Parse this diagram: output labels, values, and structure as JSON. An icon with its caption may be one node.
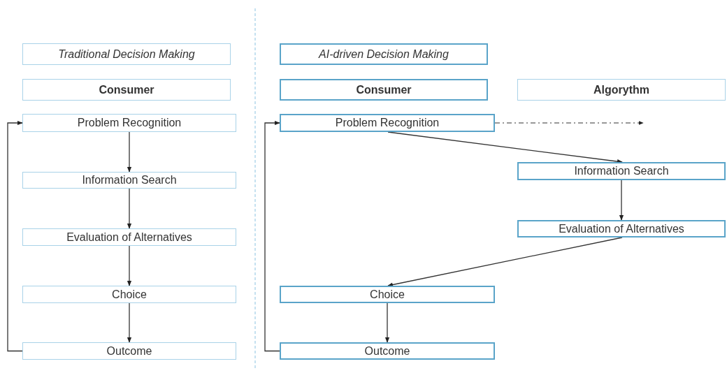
{
  "diagram": {
    "nodes": [
      {
        "text": [
          "Traditional Decision Making"
        ]
      },
      {
        "text": [
          "Consumer"
        ]
      },
      {
        "text": [
          "Problem Recognition"
        ]
      },
      {
        "text": [
          "Information Search"
        ]
      },
      {
        "text": [
          "Evaluation of Alternatives"
        ]
      },
      {
        "text": [
          "Choice"
        ]
      },
      {
        "text": [
          "Outcome"
        ]
      },
      {
        "text": [
          "AI-driven Decision Making"
        ]
      },
      {
        "text": [
          "Consumer"
        ]
      },
      {
        "text": [
          "Algorythm"
        ]
      },
      {
        "text": [
          "Problem Recognition"
        ]
      },
      {
        "text": [
          "Information Search"
        ]
      },
      {
        "text": [
          "Evaluation of Alternatives"
        ]
      },
      {
        "text": [
          "Choice"
        ]
      },
      {
        "text": [
          "Outcome"
        ]
      }
    ],
    "edges": [
      {
        "from": 2,
        "to": 3,
        "arrow": "to"
      },
      {
        "from": 3,
        "to": 4,
        "arrow": "to"
      },
      {
        "from": 4,
        "to": 5,
        "arrow": "to"
      },
      {
        "from": 5,
        "to": 6,
        "arrow": "to"
      },
      {
        "from": 6,
        "to": 2,
        "arrow": "to"
      },
      {
        "from": 10,
        "to": null,
        "arrow": "to",
        "style": "dashed"
      },
      {
        "from": 10,
        "to": 11,
        "arrow": "to"
      },
      {
        "from": 11,
        "to": 12,
        "arrow": "to"
      },
      {
        "from": 12,
        "to": 13,
        "arrow": "to"
      },
      {
        "from": 13,
        "to": 14,
        "arrow": "to"
      },
      {
        "from": 14,
        "to": 10,
        "arrow": "to"
      }
    ]
  }
}
